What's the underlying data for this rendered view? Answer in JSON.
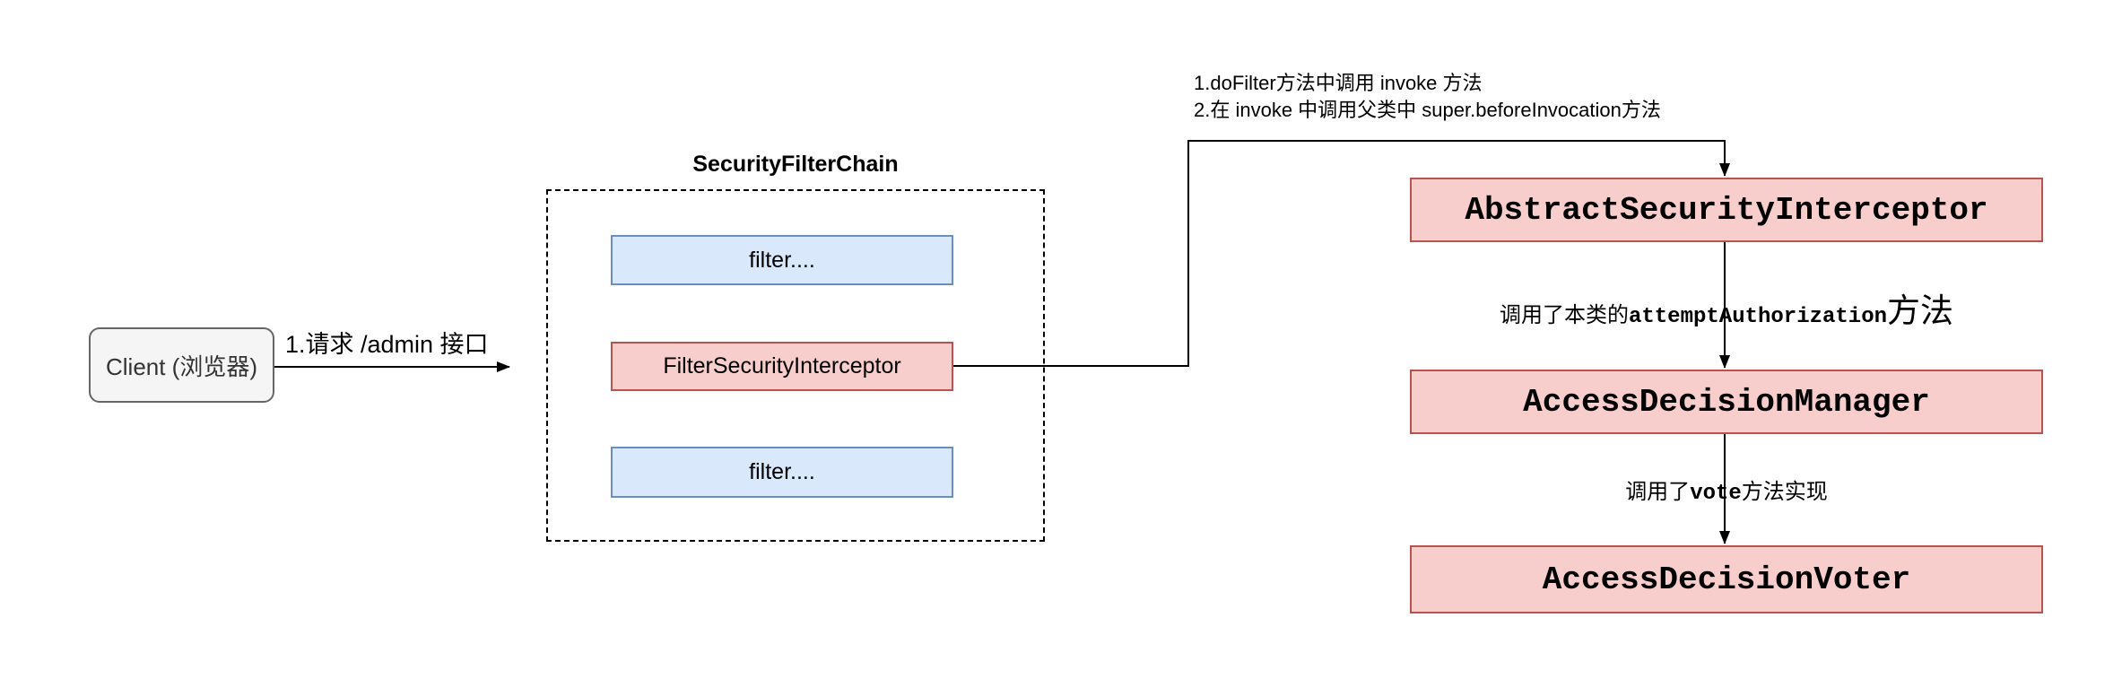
{
  "diagram": {
    "client": {
      "label": "Client (浏览器)"
    },
    "request_arrow": {
      "label": "1.请求 /admin 接口"
    },
    "filter_chain": {
      "title": "SecurityFilterChain",
      "filter_top_label": "filter....",
      "interceptor_label": "FilterSecurityInterceptor",
      "filter_bottom_label": "filter...."
    },
    "invoke_note": {
      "line1": "1.doFilter方法中调用 invoke 方法",
      "line2": "2.在 invoke 中调用父类中 super.beforeInvocation方法"
    },
    "abstract_interceptor": {
      "label": "AbstractSecurityInterceptor"
    },
    "attempt_note": {
      "prefix": "调用了本类的",
      "method": "attemptAuthorization",
      "suffix": "方法"
    },
    "decision_manager": {
      "label": "AccessDecisionManager"
    },
    "vote_note": {
      "prefix": "调用了",
      "method": "vote",
      "suffix": "方法实现"
    },
    "decision_voter": {
      "label": "AccessDecisionVoter"
    }
  },
  "colors": {
    "pink_fill": "#F8CECC",
    "pink_border": "#B85450",
    "blue_fill": "#DAE8FC",
    "blue_border": "#6C8EBF",
    "client_fill": "#F5F5F5",
    "client_border": "#666666",
    "line": "#000000"
  }
}
